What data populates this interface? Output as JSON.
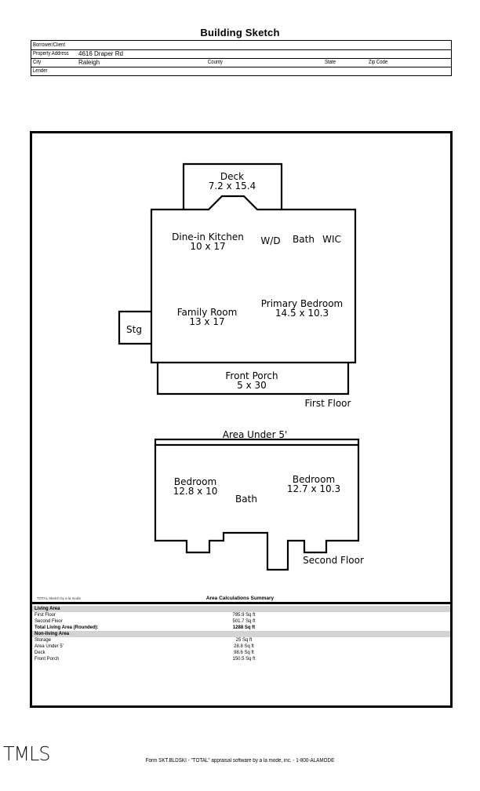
{
  "document": {
    "title": "Building Sketch"
  },
  "header_table": {
    "borrower_label": "Borrower/Client",
    "borrower_value": "",
    "address_label": "Property Address",
    "address_value": "4616 Draper Rd",
    "city_label": "City",
    "city_value": "Raleigh",
    "county_label": "County",
    "county_value": "",
    "state_label": "State",
    "state_value": "",
    "zip_label": "Zip Code",
    "zip_value": "",
    "lender_label": "Lender",
    "lender_value": ""
  },
  "sketch": {
    "first_floor": {
      "label": "First Floor",
      "rooms": [
        {
          "name": "Deck",
          "dims": "7.2 x 15.4"
        },
        {
          "name": "Dine-in Kitchen",
          "dims": "10 x 17"
        },
        {
          "name": "W/D",
          "dims": ""
        },
        {
          "name": "Bath",
          "dims": ""
        },
        {
          "name": "WIC",
          "dims": ""
        },
        {
          "name": "Family Room",
          "dims": "13 x 17"
        },
        {
          "name": "Primary Bedroom",
          "dims": "14.5 x 10.3"
        },
        {
          "name": "Stg",
          "dims": ""
        },
        {
          "name": "Front Porch",
          "dims": "5 x 30"
        }
      ]
    },
    "second_floor": {
      "label": "Second Floor",
      "rooms": [
        {
          "name": "Area Under 5'",
          "dims": ""
        },
        {
          "name": "Bedroom",
          "dims": "12.8 x 10"
        },
        {
          "name": "Bath",
          "dims": ""
        },
        {
          "name": "Bedroom",
          "dims": "12.7 x 10.3"
        }
      ]
    },
    "credit": "TOTAL Sketch by a la mode"
  },
  "summary": {
    "title": "Area Calculations Summary",
    "living_area": {
      "heading": "Living Area",
      "rows": [
        {
          "label": "First Floor",
          "value": "785.9 Sq ft"
        },
        {
          "label": "Second Floor",
          "value": "501.7 Sq ft"
        }
      ],
      "total_label": "Total Living Area (Rounded):",
      "total_value": "1288 Sq ft"
    },
    "non_living_area": {
      "heading": "Non-living Area",
      "rows": [
        {
          "label": "Storage",
          "value": "25 Sq ft"
        },
        {
          "label": "Area Under 5'",
          "value": "28.8 Sq ft"
        },
        {
          "label": "Deck",
          "value": "98.6 Sq ft"
        },
        {
          "label": "Front Porch",
          "value": "150.5 Sq ft"
        }
      ]
    }
  },
  "footer": {
    "logo": "TMLS",
    "form_text": "Form SKT.BLDSKI - \"TOTAL\" appraisal software by a la mode, inc. - 1-800-ALAMODE"
  }
}
